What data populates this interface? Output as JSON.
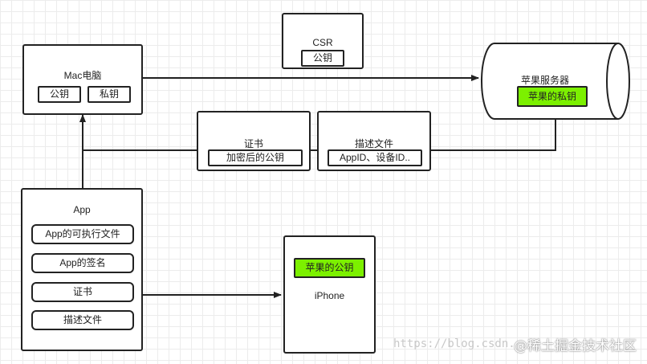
{
  "csr": {
    "title": "CSR",
    "item": "公钥"
  },
  "mac": {
    "title": "Mac电脑",
    "public_key": "公钥",
    "private_key": "私钥"
  },
  "apple_server": {
    "title": "苹果服务器",
    "private_key": "苹果的私钥"
  },
  "certificate": {
    "title": "证书",
    "item": "加密后的公钥"
  },
  "profile": {
    "title": "描述文件",
    "item": "AppID、设备ID.."
  },
  "app": {
    "title": "App",
    "items": [
      "App的可执行文件",
      "App的签名",
      "证书",
      "描述文件"
    ]
  },
  "iphone": {
    "title": "iPhone",
    "public_key": "苹果的公钥"
  },
  "watermark": {
    "url": "https://blog.csdn.",
    "brand": "@稀土掘金技术社区"
  },
  "colors": {
    "highlight": "#7cf000",
    "stroke": "#222222"
  }
}
